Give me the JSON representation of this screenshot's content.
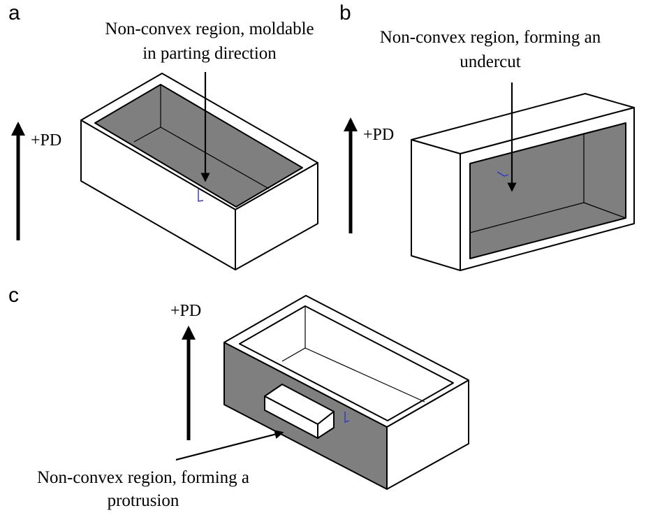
{
  "panels": [
    {
      "letter": "a",
      "pd_label": "+PD",
      "caption_lines": [
        "Non-convex region, moldable",
        "in parting direction"
      ]
    },
    {
      "letter": "b",
      "pd_label": "+PD",
      "caption_lines": [
        "Non-convex region, forming an",
        "undercut"
      ]
    },
    {
      "letter": "c",
      "pd_label": "+PD",
      "caption_lines": [
        "Non-convex region, forming a",
        "protrusion"
      ]
    }
  ],
  "colors": {
    "cavity_gray": "#7f7f7f",
    "outline": "#000000",
    "axis_glyph": "#2a36c9"
  }
}
